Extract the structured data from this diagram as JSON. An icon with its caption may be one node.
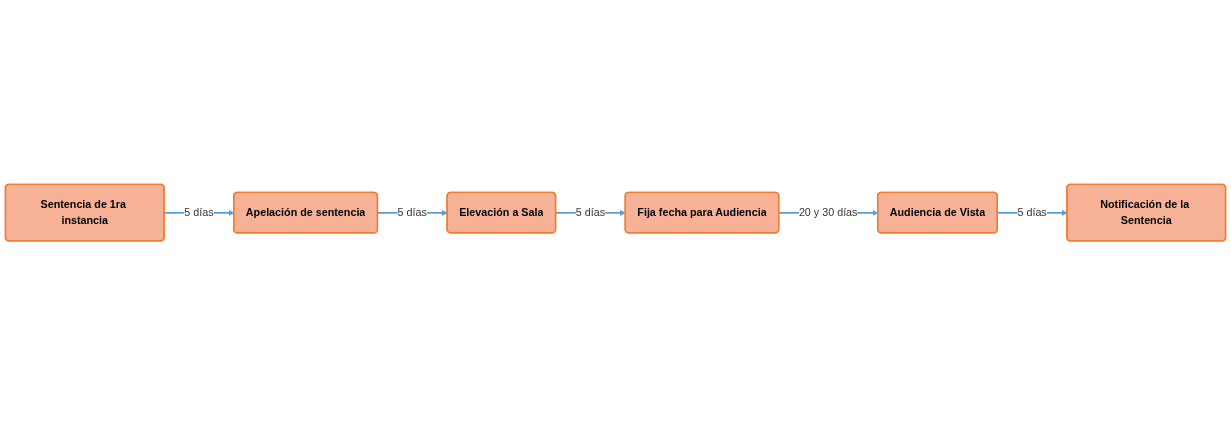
{
  "diagram": {
    "nodes": [
      {
        "text": [
          "Sentencia de 1ra instancia"
        ]
      },
      {
        "text": [
          "Apelación de sentencia"
        ]
      },
      {
        "text": [
          "Elevación a Sala"
        ]
      },
      {
        "text": [
          "Fija fecha para Audiencia"
        ]
      },
      {
        "text": [
          "Audiencia de Vista"
        ]
      },
      {
        "text": [
          "Notificación de la Sentencia"
        ]
      }
    ],
    "edges": [
      {
        "from": 0,
        "to": 1,
        "arrow": "to",
        "label": "5 días"
      },
      {
        "from": 1,
        "to": 2,
        "arrow": "to",
        "label": "5 días"
      },
      {
        "from": 2,
        "to": 3,
        "arrow": "to",
        "label": "5 días"
      },
      {
        "from": 3,
        "to": 4,
        "arrow": "to",
        "label": "20 y 30 días"
      },
      {
        "from": 4,
        "to": 5,
        "arrow": "to",
        "label": "5 días"
      }
    ]
  }
}
